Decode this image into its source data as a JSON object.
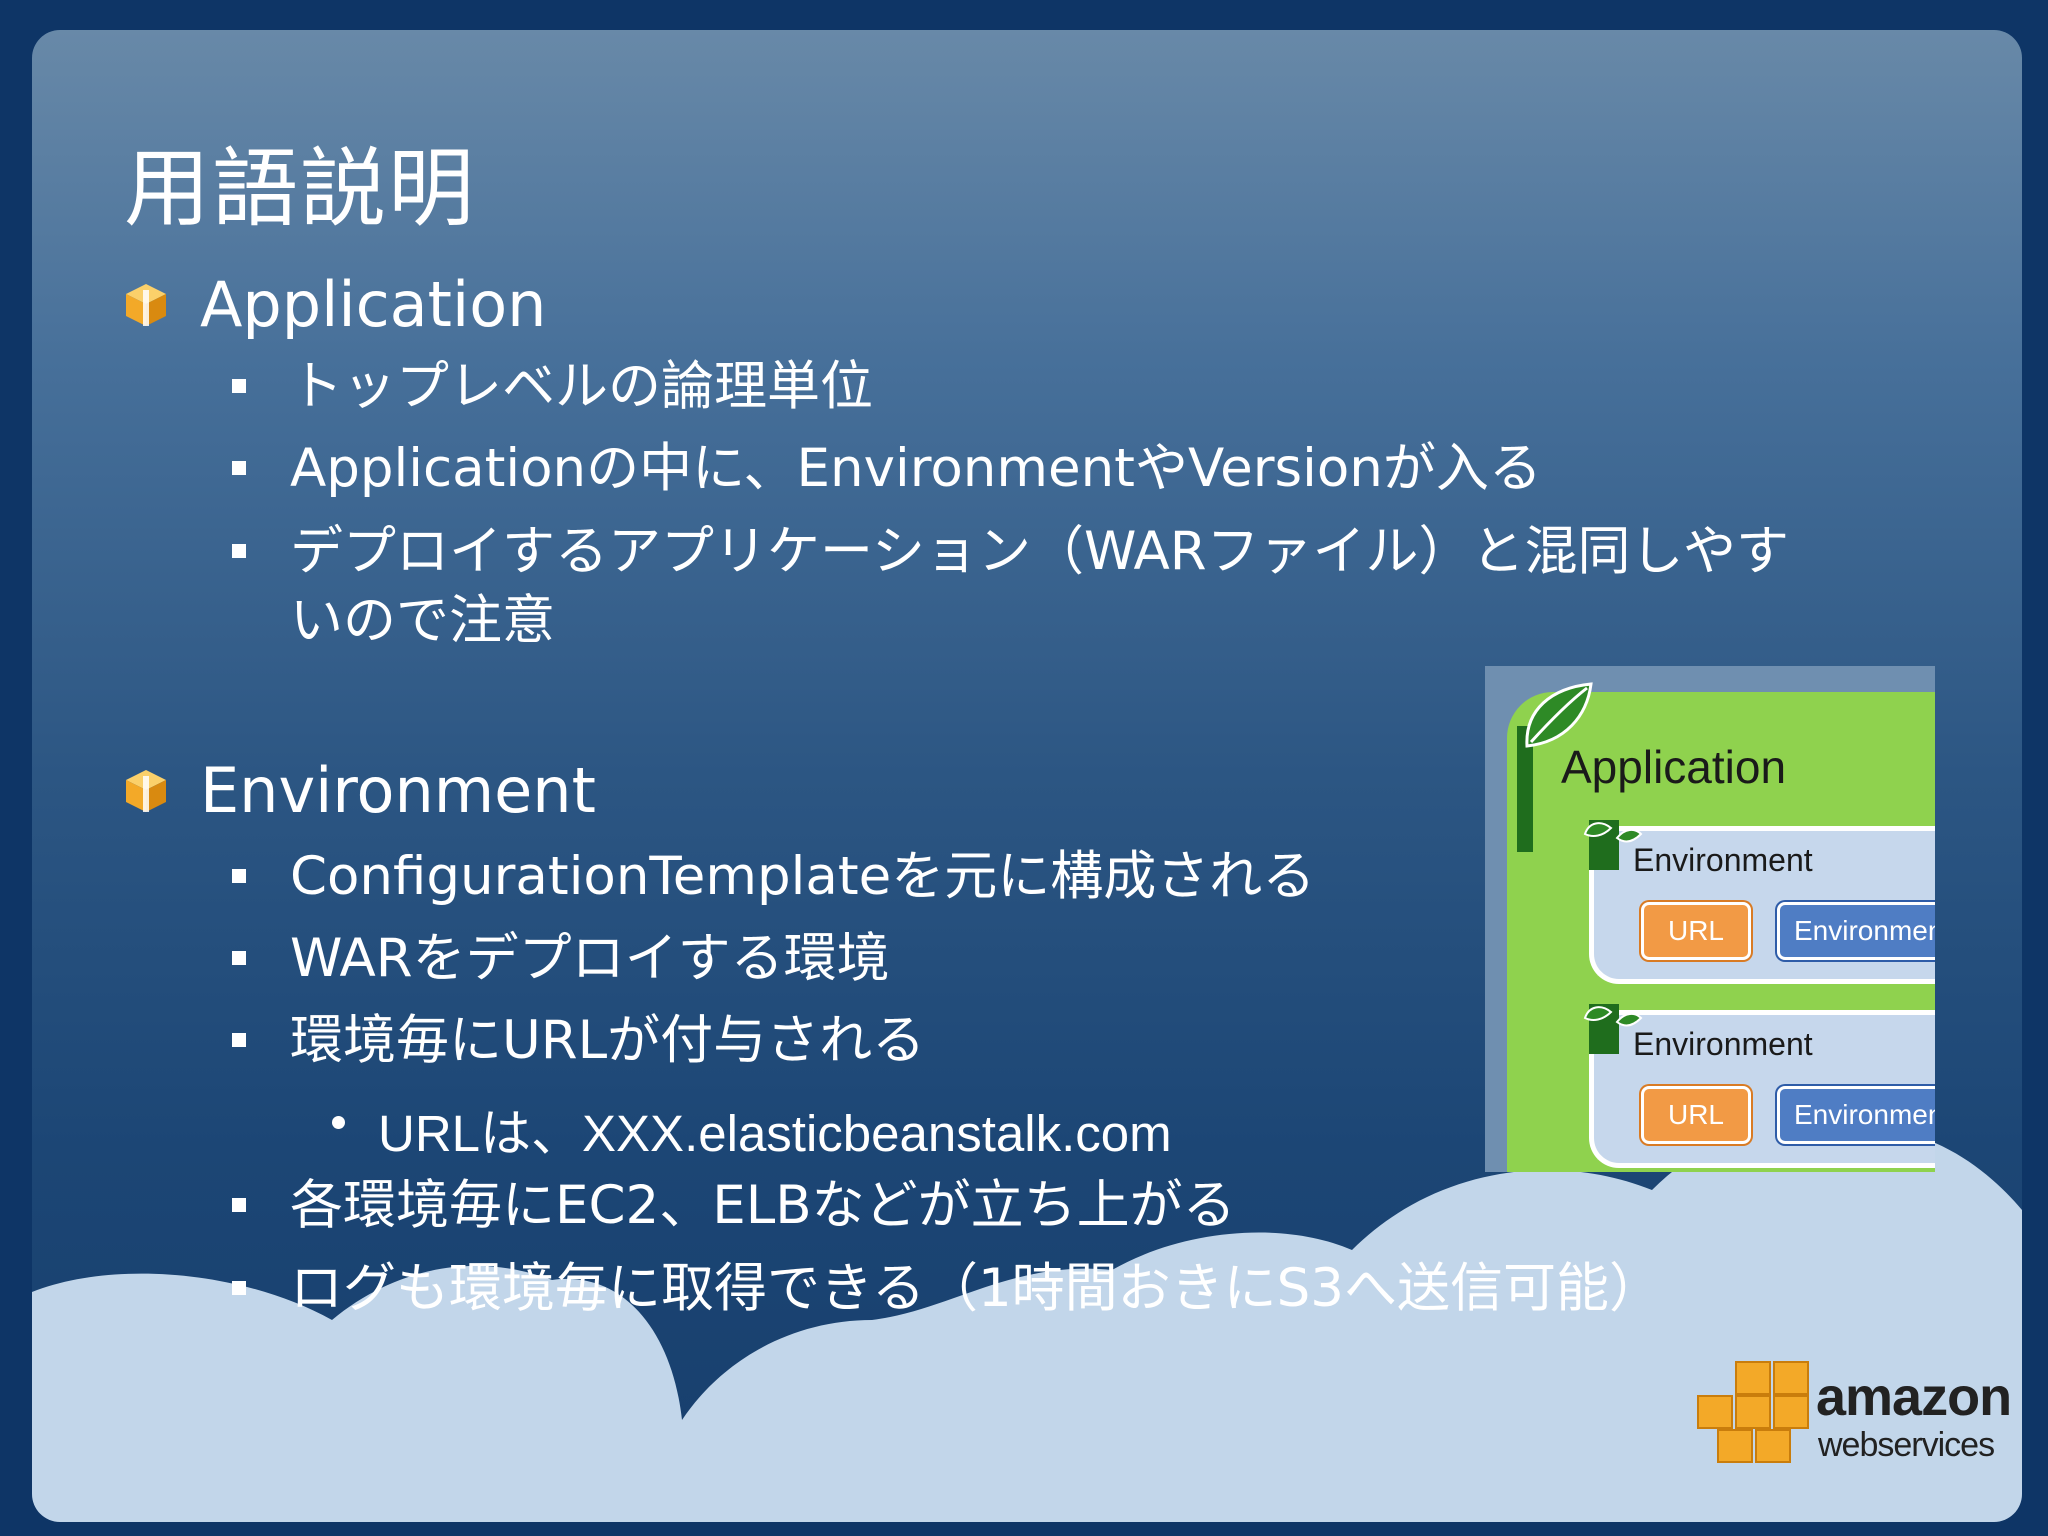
{
  "title": "用語説明",
  "colors": {
    "bullet": "#f3a928",
    "diagram_green": "#8fd24e",
    "url_orange": "#f29a45",
    "env_blue": "#4f7dc4"
  },
  "sections": [
    {
      "heading": "Application",
      "items": [
        "トップレベルの論理単位",
        "Applicationの中に、EnvironmentやVersionが入る",
        "デプロイするアプリケーション（WARファイル）と混同しやす",
        "いので注意"
      ]
    },
    {
      "heading": "Environment",
      "items": [
        "ConfigurationTemplateを元に構成される",
        "WARをデプロイする環境",
        "環境毎にURLが付与される",
        "各環境毎にEC2、ELBなどが立ち上がる",
        "ログも環境毎に取得できる（1時間おきにS3へ送信可能）"
      ],
      "sub_item": "URLは、XXX.elasticbeanstalk.com"
    }
  ],
  "diagram": {
    "app_label": "Application",
    "environments": [
      {
        "label": "Environment",
        "url_button": "URL",
        "env_button": "Environment"
      },
      {
        "label": "Environment",
        "url_button": "URL",
        "env_button": "Environment"
      }
    ]
  },
  "logo": {
    "word": "amazon",
    "sub": "webservices"
  }
}
